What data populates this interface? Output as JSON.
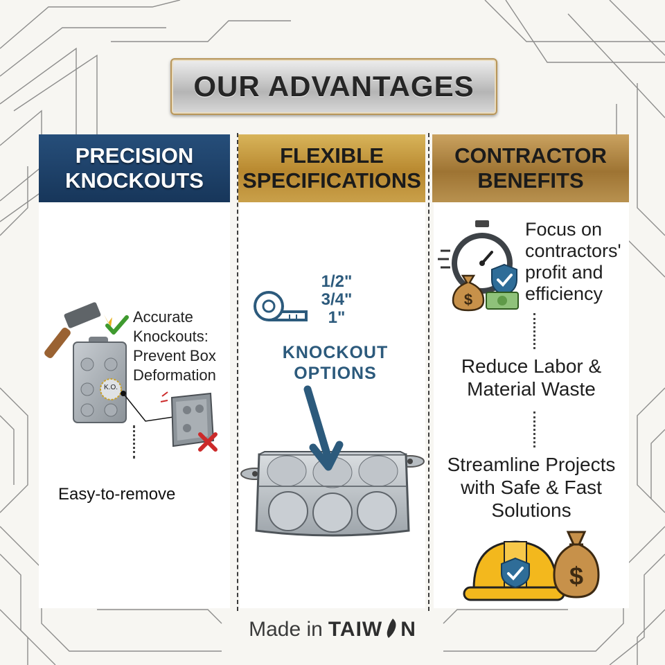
{
  "title": "OUR ADVANTAGES",
  "columns": {
    "precision": {
      "header_line1": "PRECISION",
      "header_line2": "KNOCKOUTS",
      "callout_lines": [
        "Accurate",
        "Knockouts:",
        "Prevent Box",
        "Deformation"
      ],
      "ko_label": "K.O.",
      "caption": "Easy-to-remove"
    },
    "flexible": {
      "header_line1": "FLEXIBLE",
      "header_line2": "SPECIFICATIONS",
      "sizes": [
        "1/2\"",
        "3/4\"",
        "1\""
      ],
      "options_line1": "KNOCKOUT",
      "options_line2": "OPTIONS"
    },
    "contractor": {
      "header_line1": "CONTRACTOR",
      "header_line2": "BENEFITS",
      "benefit1_lines": [
        "Focus on",
        "contractors'",
        "profit and",
        "efficiency"
      ],
      "benefit2_lines": [
        "Reduce Labor &",
        "Material Waste"
      ],
      "benefit3_lines": [
        "Streamline Projects",
        "with Safe & Fast",
        "Solutions"
      ]
    }
  },
  "footer": {
    "prefix": "Made in",
    "country_start": "TAIW",
    "country_end": "N"
  },
  "colors": {
    "precision_header": "#1f4470",
    "gold_header": "#c49a3e",
    "knockout_text": "#2c5a7c",
    "check_green": "#3f9a2f",
    "cross_red": "#cc2a2a",
    "helmet_yellow": "#f3b81d"
  },
  "icons": [
    "hammer-icon",
    "check-icon",
    "cross-icon",
    "tape-measure-icon",
    "arrow-down-icon",
    "stopwatch-icon",
    "shield-check-icon",
    "money-bag-icon",
    "cash-icon",
    "hard-hat-icon",
    "taiwan-map-icon"
  ]
}
